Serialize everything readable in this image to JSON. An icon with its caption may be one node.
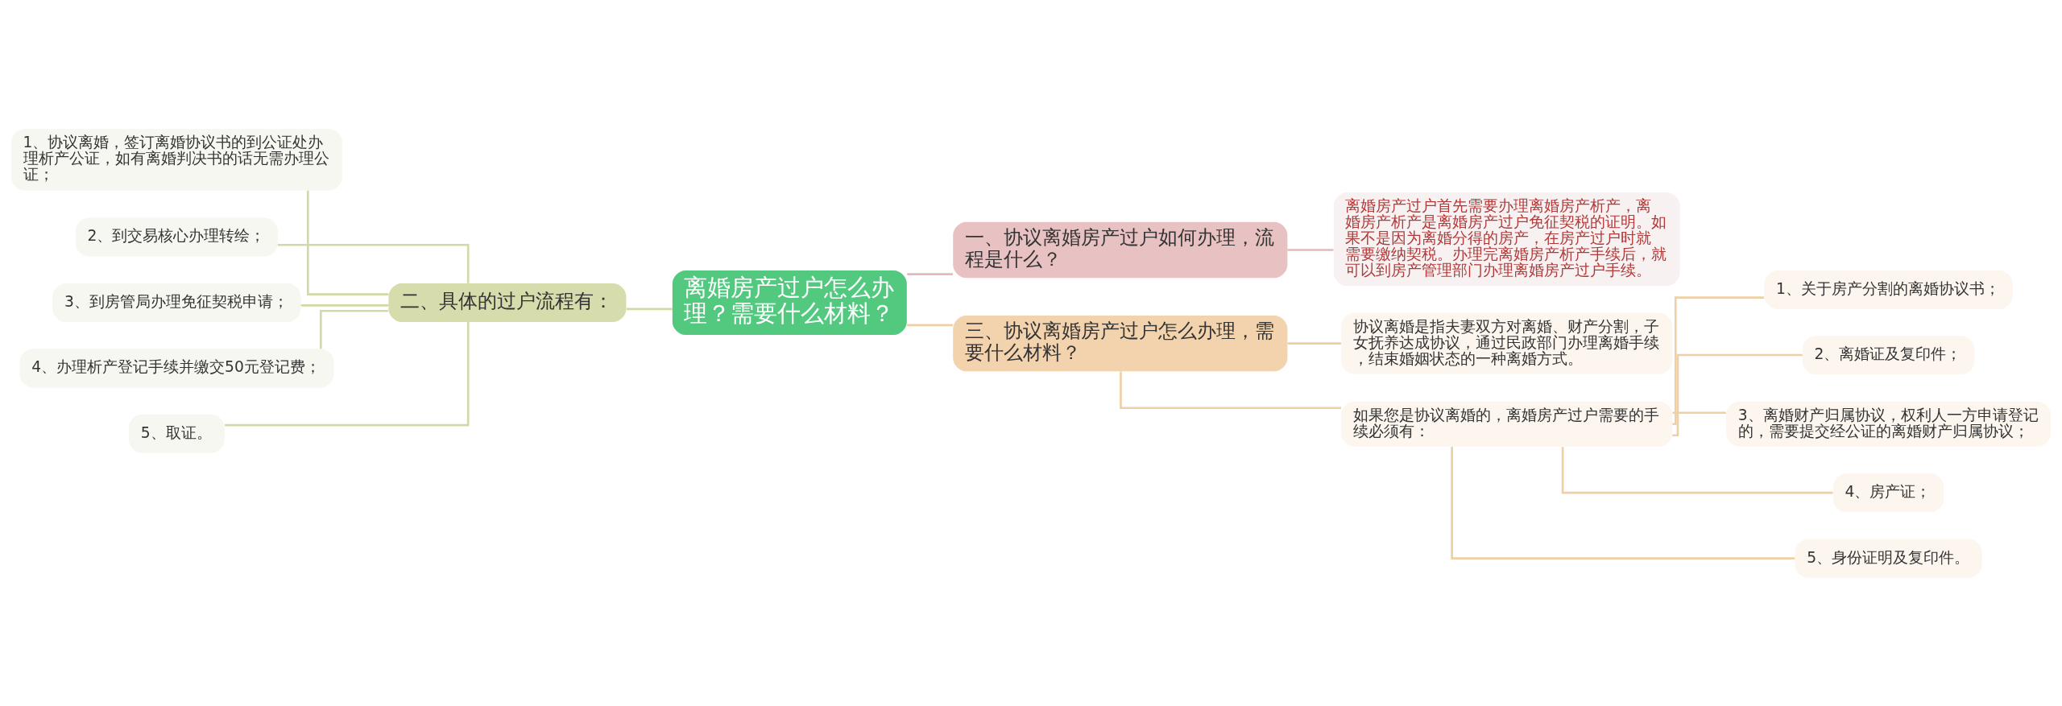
{
  "diagram": {
    "nodes": [
      {
        "text": [
          "离婚房产过户怎么办理？需要什么材料？"
        ]
      },
      {
        "text": [
          "一、协议离婚房产过户如何办理，流程是什么？"
        ]
      },
      {
        "text": [
          "离婚房产过户首先需要办理离婚房产析产，离婚房产析产是离婚房产过户免征契税的证明。如果不是因为离婚分得的房产，在房产过户时就需要缴纳契税。办理完离婚房产析产手续后，就可以到房产管理部门办理离婚房产过户手续。"
        ]
      },
      {
        "text": [
          "二、具体的过户流程有："
        ]
      },
      {
        "text": [
          "1、协议离婚，签订离婚协议书的到公证处办理析产公证，如有离婚判决书的话无需办理公证；"
        ]
      },
      {
        "text": [
          "2、到交易核心办理转绘；"
        ]
      },
      {
        "text": [
          "3、到房管局办理免征契税申请；"
        ]
      },
      {
        "text": [
          "4、办理析产登记手续并缴交50元登记费；"
        ]
      },
      {
        "text": [
          "5、取证。"
        ]
      },
      {
        "text": [
          "三、协议离婚房产过户怎么办理，需要什么材料？"
        ]
      },
      {
        "text": [
          "协议离婚是指夫妻双方对离婚、财产分割，子女抚养达成协议，通过民政部门办理离婚手续，结束婚姻状态的一种离婚方式。"
        ]
      },
      {
        "text": [
          "如果您是协议离婚的，离婚房产过户需要的手续必须有："
        ]
      },
      {
        "text": [
          "1、关于房产分割的离婚协议书；"
        ]
      },
      {
        "text": [
          "2、离婚证及复印件；"
        ]
      },
      {
        "text": [
          "3、离婚财产归属协议，权利人一方申请登记的，需要提交经公证的离婚财产归属协议；"
        ]
      },
      {
        "text": [
          "4、房产证；"
        ]
      },
      {
        "text": [
          "5、身份证明及复印件。"
        ]
      }
    ],
    "edges": [
      {
        "from": 0,
        "to": 1,
        "arrow": "none",
        "color": "#e6b9b9"
      },
      {
        "from": 1,
        "to": 2,
        "arrow": "none",
        "color": "#e6b9b9"
      },
      {
        "from": 0,
        "to": 3,
        "arrow": "none",
        "color": "#d3d9a6"
      },
      {
        "from": 3,
        "to": 4,
        "arrow": "none",
        "color": "#d3d9a6"
      },
      {
        "from": 3,
        "to": 5,
        "arrow": "none",
        "color": "#d3d9a6"
      },
      {
        "from": 3,
        "to": 6,
        "arrow": "none",
        "color": "#d3d9a6"
      },
      {
        "from": 3,
        "to": 7,
        "arrow": "none",
        "color": "#d3d9a6"
      },
      {
        "from": 3,
        "to": 8,
        "arrow": "none",
        "color": "#d3d9a6"
      },
      {
        "from": 0,
        "to": 9,
        "arrow": "none"
      },
      {
        "from": 9,
        "to": 10,
        "arrow": "none"
      },
      {
        "from": 9,
        "to": 11,
        "arrow": "none"
      },
      {
        "from": 11,
        "to": 12,
        "arrow": "none"
      },
      {
        "from": 11,
        "to": 13,
        "arrow": "none"
      },
      {
        "from": 11,
        "to": 14,
        "arrow": "none"
      },
      {
        "from": 11,
        "to": 15,
        "arrow": "none"
      },
      {
        "from": 11,
        "to": 16,
        "arrow": "none"
      }
    ]
  }
}
